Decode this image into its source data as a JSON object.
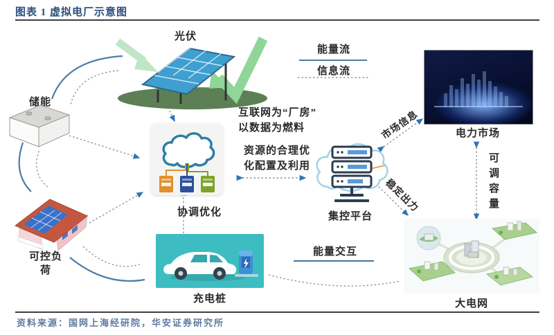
{
  "header": {
    "title": "图表 1 虚拟电厂示意图"
  },
  "legend": {
    "energy_flow": "能量流",
    "info_flow": "信息流"
  },
  "nodes": {
    "pv": "光伏",
    "storage": "储能",
    "load_line1": "可控负",
    "load_line2": "荷",
    "charger": "充电桩",
    "platform": "集控平台",
    "market": "电力市场",
    "grid": "大电网"
  },
  "annotations": {
    "internet_line1": "互联网为“厂房”",
    "internet_line2": "以数据为燃料",
    "resource_line1": "资源的合理优",
    "resource_line2": "化配置及利用",
    "coordination": "协调优化",
    "market_info": "市场信息",
    "stable_output": "稳定出力",
    "adjustable_capacity": "可调容量",
    "energy_interaction": "能量交互"
  },
  "footer": {
    "source": "资料来源：国网上海经研院，华安证券研究所"
  },
  "colors": {
    "title": "#2b4f7e",
    "energy_line": "#4e7ca3",
    "info_dash": "#8d9b94",
    "arrowhead": "#2e75b6",
    "charger_bg": "#3dbdc1",
    "market_bg": "#081031",
    "rule": "#3f3f3f",
    "source_text": "#5d7ca3"
  }
}
